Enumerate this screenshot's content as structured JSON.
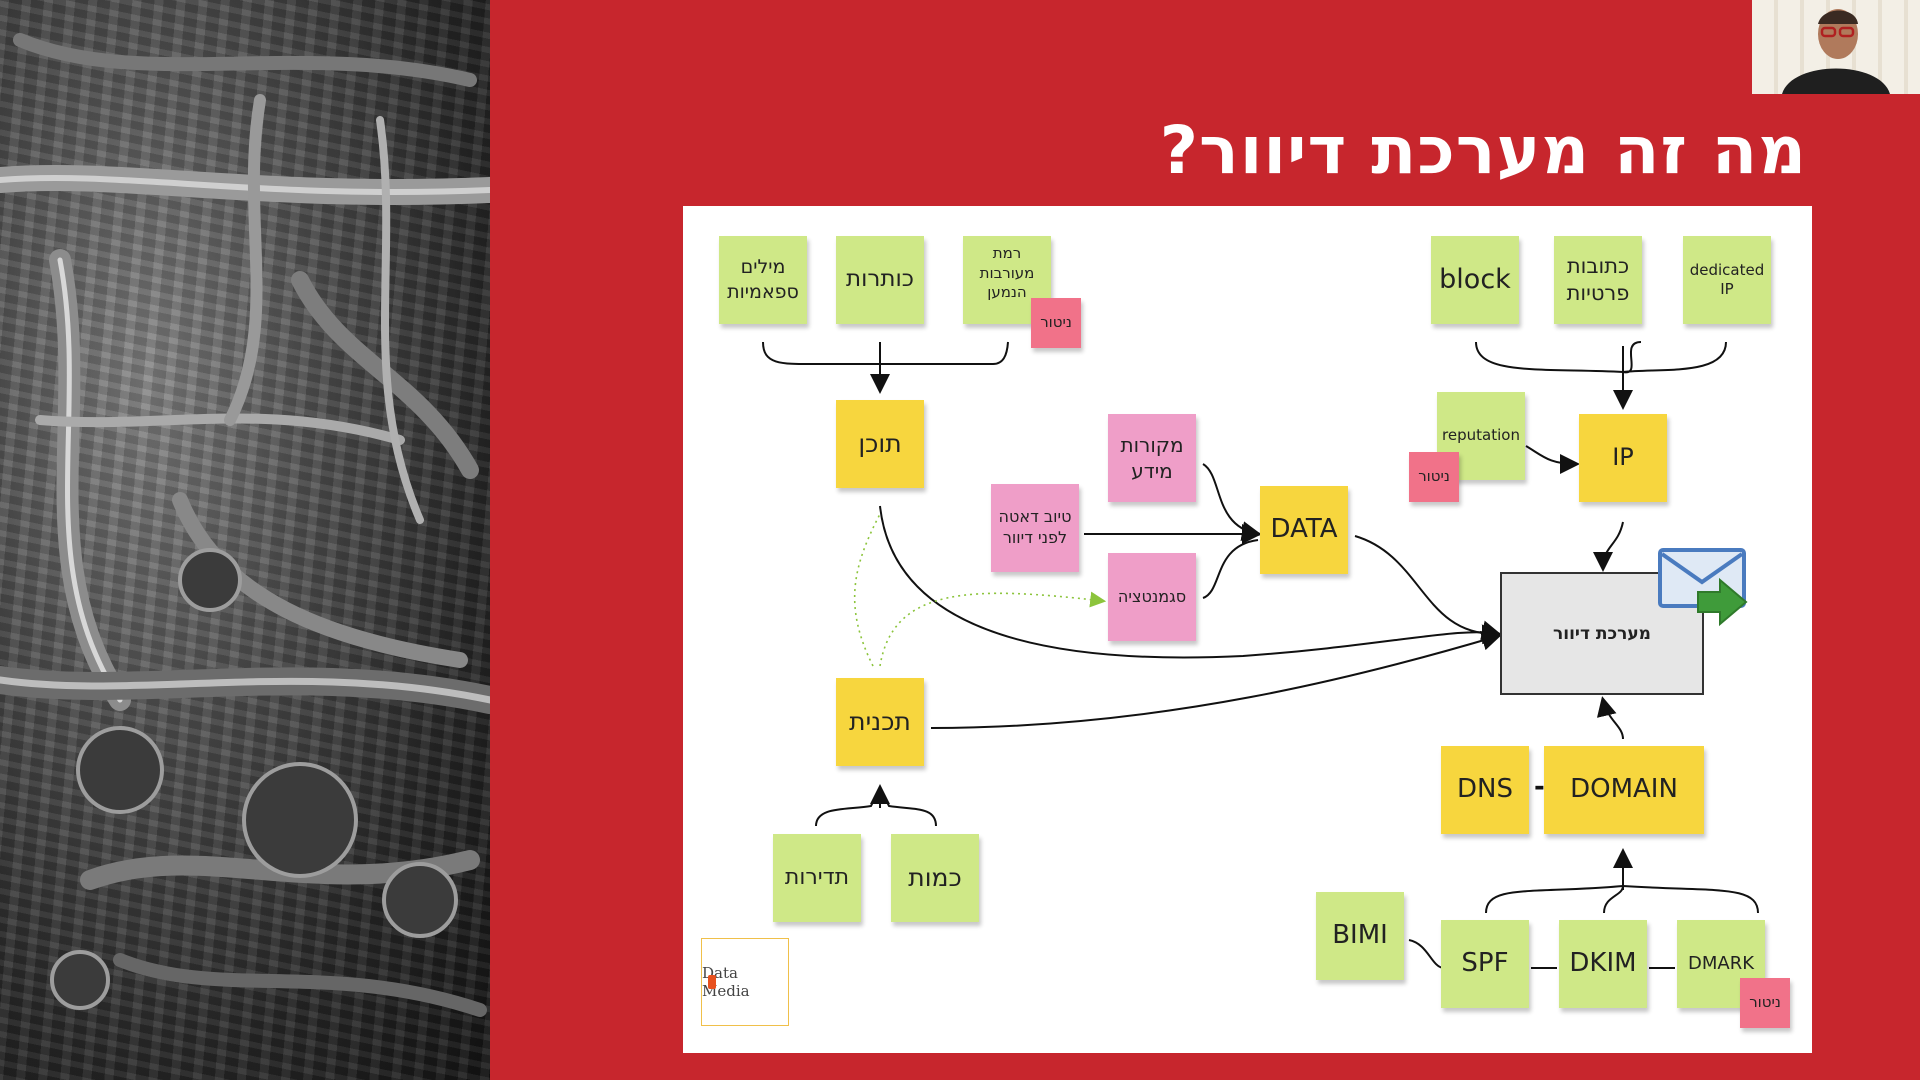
{
  "slide": {
    "title": "מה זה מערכת דיוור?"
  },
  "diagram": {
    "content_group": {
      "spam_words": "מילים ספאמיות",
      "subjects": "כותרות",
      "engagement_level": "רמת מעורבות הנמען",
      "engagement_monitor": "ניטור",
      "content_hub": "תוכן"
    },
    "data_group": {
      "info_sources": "מקורות מידע",
      "data_cleaning": "טיוב דאטה לפני דיוור",
      "segmentation": "סגמנטציה",
      "data_hub": "DATA"
    },
    "plan_group": {
      "plan_hub": "תכנית",
      "frequency": "תדירות",
      "quantity": "כמות"
    },
    "ip_group": {
      "block": "block",
      "private_addresses": "כתובות פרטיות",
      "dedicated_ip": "dedicated IP",
      "reputation": "reputation",
      "reputation_monitor": "ניטור",
      "ip_hub": "IP"
    },
    "mail_system": "מערכת דיוור",
    "domain_group": {
      "dns": "DNS",
      "dash": "-",
      "domain": "DOMAIN",
      "bimi": "BIMI",
      "spf": "SPF",
      "dkim": "DKIM",
      "dmark": "DMARK",
      "dmark_monitor": "ניטור"
    },
    "logo_text": "Data Media",
    "colors": {
      "green_note": "#cfe887",
      "yellow_note": "#f7d63e",
      "pink_note": "#ef9ec8",
      "red_tag": "#f17289",
      "background": "#c7262d"
    }
  }
}
